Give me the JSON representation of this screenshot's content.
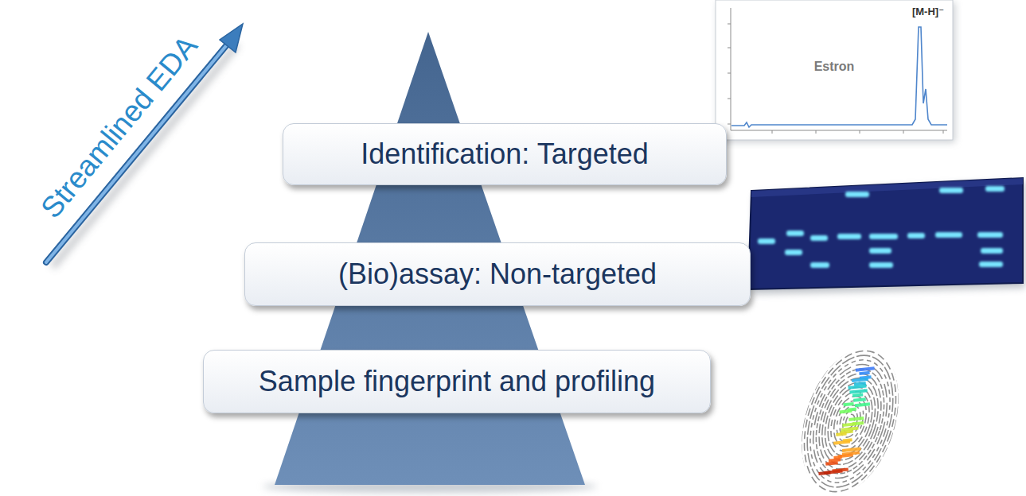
{
  "diagram": {
    "nodes": [
      {
        "text": [
          "Identification: Targeted"
        ]
      },
      {
        "text": [
          "(Bio)assay: Non-targeted"
        ]
      },
      {
        "text": [
          "Sample fingerprint and profiling"
        ]
      }
    ],
    "labels": [
      "Streamlined EDA",
      "Estron",
      "[M-H]⁻"
    ]
  }
}
